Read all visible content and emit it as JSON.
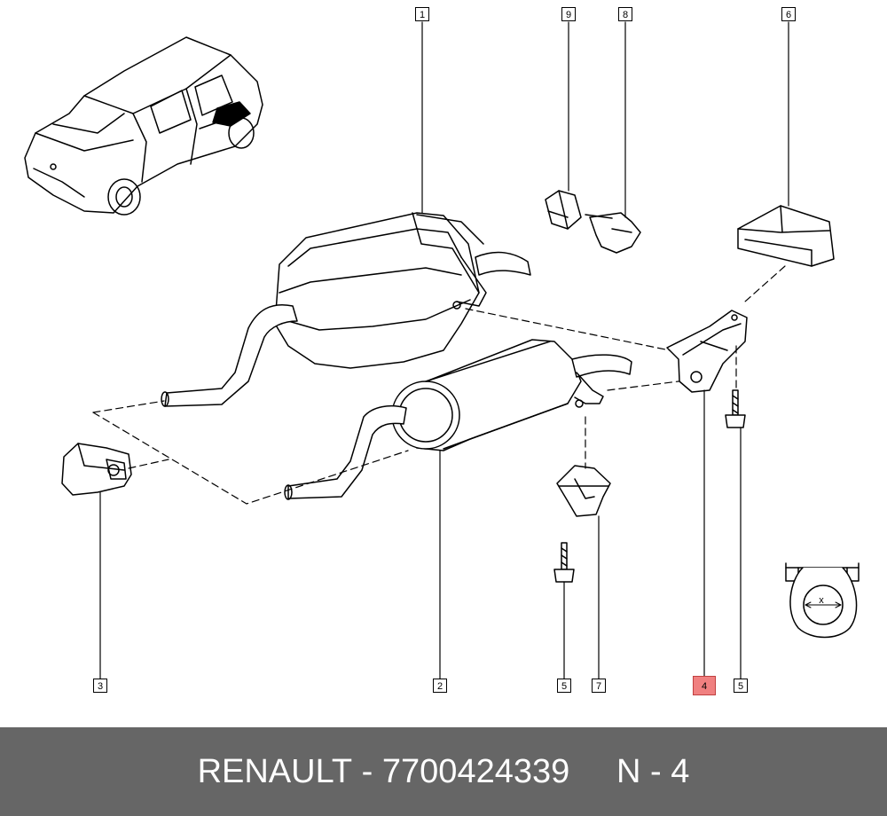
{
  "callouts": {
    "c1": "1",
    "c2": "2",
    "c3": "3",
    "c4": "4",
    "c5a": "5",
    "c5b": "5",
    "c6": "6",
    "c7": "7",
    "c8": "8",
    "c9": "9"
  },
  "inset": {
    "x_label": "x"
  },
  "footer": {
    "brand": "RENAULT",
    "separator": " - ",
    "part_number": "7700424339",
    "gap": "     ",
    "position_ref": "N - 4"
  },
  "colors": {
    "footer_bg": "#666666",
    "highlight": "#f08080",
    "line": "#000000"
  }
}
